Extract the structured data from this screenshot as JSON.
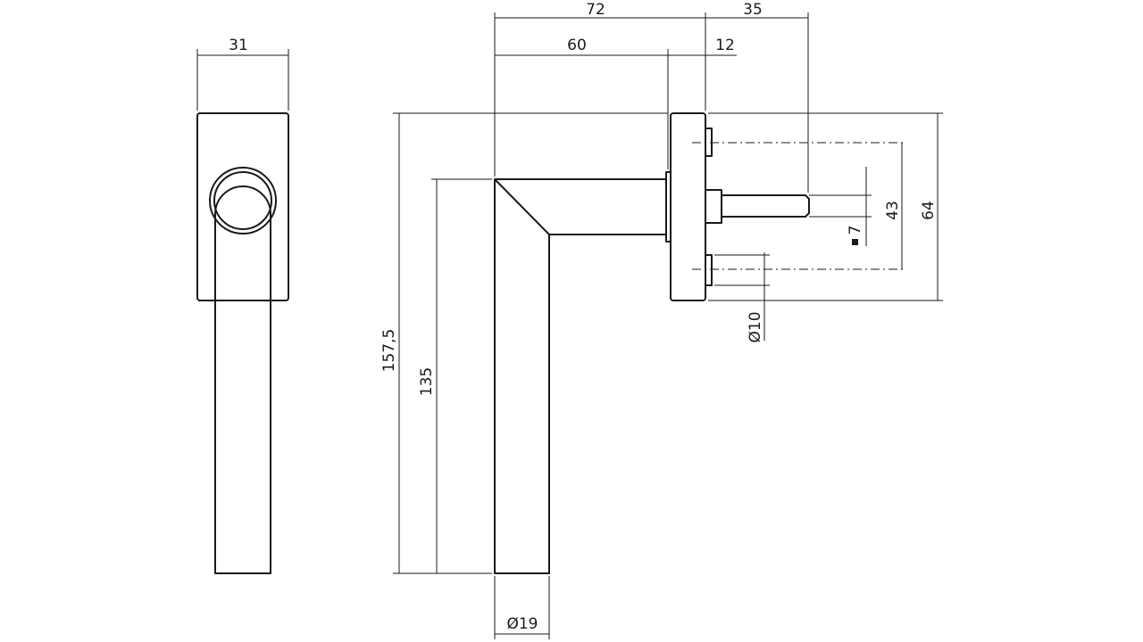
{
  "dimensions": {
    "front_width": "31",
    "top_overall": "72",
    "top_spindle": "35",
    "arm_length": "60",
    "rose_thickness": "12",
    "total_height": "157,5",
    "grip_height": "135",
    "grip_diameter": "Ø19",
    "rose_height": "64",
    "screw_spacing": "43",
    "spindle_square": "7",
    "screw_diameter": "Ø10"
  },
  "colors": {
    "line": "#1a1a1a",
    "background": "#ffffff"
  }
}
